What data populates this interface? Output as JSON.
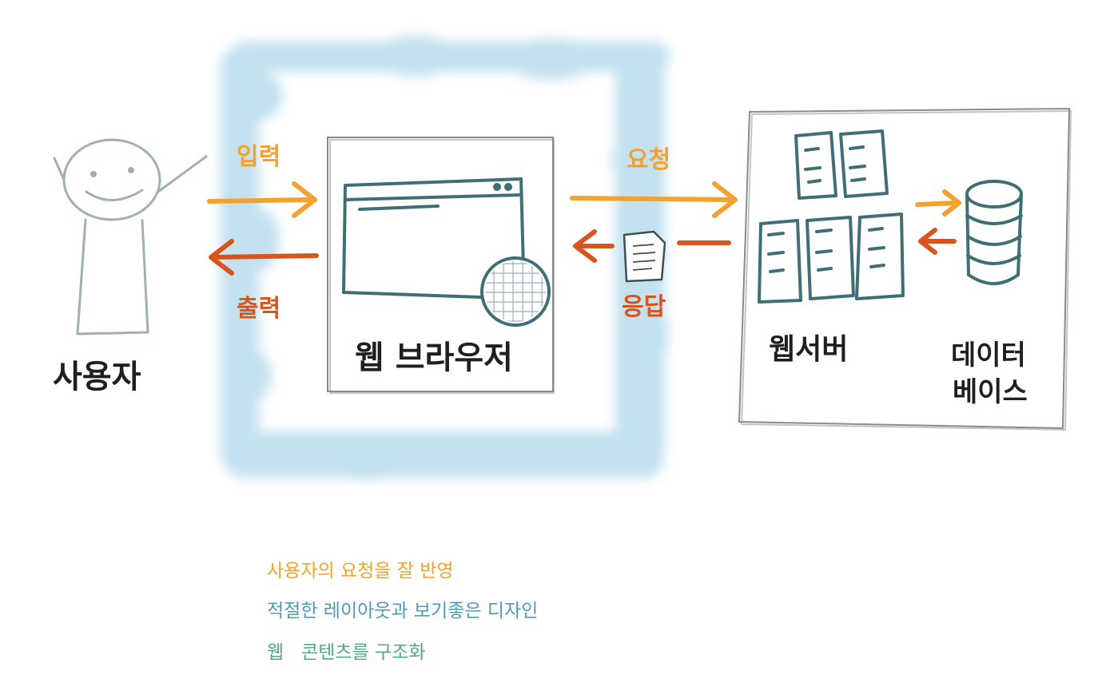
{
  "labels": {
    "user": "사용자",
    "browser": "웹 브라우저",
    "server": "웹서버",
    "database_line1": "데이터",
    "database_line2": "베이스",
    "input": "입력",
    "output": "출력",
    "request": "요청",
    "response": "응답"
  },
  "notes": [
    "사용자의 요청을 잘 반영",
    "적절한 레이아웃과 보기좋은 디자인",
    "웹   콘텐츠를 구조화"
  ],
  "colors": {
    "orange": "#f2a22f",
    "red": "#d9541b",
    "teal": "#4f9bb4",
    "green": "#4fa987",
    "dark_teal": "#3f6f74",
    "cloud": "#b9dcec",
    "pencil": "#8a8a8a"
  }
}
